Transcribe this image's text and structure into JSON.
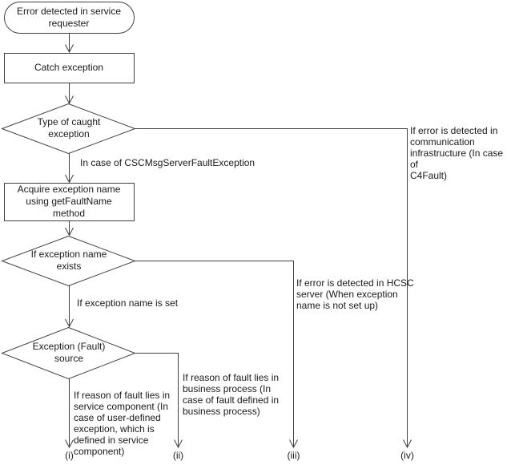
{
  "flowchart": {
    "nodes": {
      "start": {
        "type": "terminator",
        "label": "Error detected in service\nrequester"
      },
      "catch_exception": {
        "type": "process",
        "label": "Catch exception"
      },
      "type_of_exception": {
        "type": "decision",
        "label": "Type of caught\nexception"
      },
      "acquire_name": {
        "type": "process",
        "label": "Acquire exception name\nusing getFaultName\nmethod"
      },
      "name_exists": {
        "type": "decision",
        "label": "If exception name\nexists"
      },
      "fault_source": {
        "type": "decision",
        "label": "Exception (Fault)\nsource"
      }
    },
    "edge_labels": {
      "cscmsg": "In case of CSCMsgServerFaultException",
      "name_set": "If exception name is set",
      "outcome_i": "If reason of fault lies in\nservice component (In\ncase of user-defined\nexception, which is\ndefined in service\ncomponent)",
      "outcome_ii": "If reason of fault lies in\nbusiness process (In\ncase of fault defined in\nbusiness process)",
      "outcome_iii": "If error is detected in HCSC\nserver (When exception\nname is not set up)",
      "outcome_iv": "If error is detected in\ncommunication\ninfrastructure (In case of\nC4Fault)"
    },
    "outcomes": {
      "i": "(i)",
      "ii": "(ii)",
      "iii": "(iii)",
      "iv": "(iv)"
    },
    "colors": {
      "line": "#404040",
      "text": "#1a1a1a",
      "background": "#ffffff"
    }
  }
}
